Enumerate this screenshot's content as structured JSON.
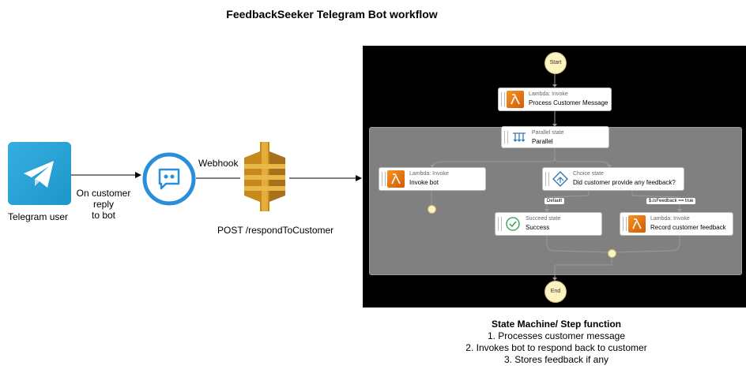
{
  "title": "FeedbackSeeker Telegram Bot workflow",
  "telegram_label": "Telegram user",
  "customer_reply_label": [
    "On customer",
    "reply",
    "to bot"
  ],
  "webhook_label": "Webhook",
  "post_label": "POST /respondToCustomer",
  "state_machine": {
    "start_label": "Start",
    "end_label": "End",
    "process": {
      "kind": "Lambda: Invoke",
      "name": "Process Customer Message"
    },
    "parallel": {
      "kind": "Parallel state",
      "name": "Parallel"
    },
    "invoke_bot": {
      "kind": "Lambda: Invoke",
      "name": "Invoke bot"
    },
    "choice": {
      "kind": "Choice state",
      "name": "Did customer provide any feedback?"
    },
    "default_label": "Default",
    "condition_label": "$.isFeedback == true",
    "success": {
      "kind": "Succeed state",
      "name": "Success"
    },
    "record": {
      "kind": "Lambda: Invoke",
      "name": "Record customer feedback"
    }
  },
  "caption": {
    "title": "State Machine/ Step function",
    "lines": [
      "1. Processes customer message",
      "2. Invokes bot to respond back to customer",
      "3. Stores feedback if any"
    ]
  },
  "colors": {
    "telegram": "#2aa1da",
    "lex": "#2a8fd8",
    "api_gateway": "#d19b2b",
    "lambda": "#e8730c",
    "canvas": "#000000",
    "parallel_region": "#808080"
  },
  "icons": [
    "telegram-icon",
    "lex-bot-icon",
    "api-gateway-icon",
    "lambda-icon",
    "parallel-icon",
    "choice-icon",
    "check-icon"
  ]
}
